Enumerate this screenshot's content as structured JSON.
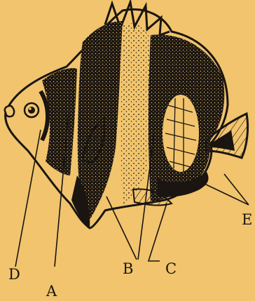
{
  "figure": {
    "background_color": "#f1c46d",
    "ink_color": "#1a1511",
    "subject": "butterflyfish",
    "labels": {
      "A": "A",
      "B": "B",
      "C": "C",
      "D": "D",
      "E": "E"
    }
  }
}
